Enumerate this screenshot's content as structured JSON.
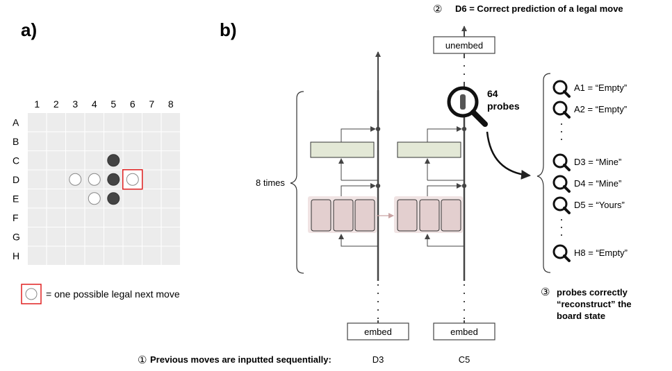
{
  "panel_a": {
    "label": "a)",
    "columns": [
      "1",
      "2",
      "3",
      "4",
      "5",
      "6",
      "7",
      "8"
    ],
    "rows": [
      "A",
      "B",
      "C",
      "D",
      "E",
      "F",
      "G",
      "H"
    ],
    "black_pieces": [
      "C5",
      "D5",
      "E5"
    ],
    "white_pieces": [
      "D3",
      "D4",
      "E4"
    ],
    "highlighted_move": "D6",
    "legend_text": "= one possible legal next move",
    "colors": {
      "cell": "#ececec",
      "black": "#444444",
      "white": "#ffffff",
      "highlight": "#e02020"
    }
  },
  "panel_b": {
    "label": "b)",
    "top_note_num": "②",
    "top_note": "D6  =  Correct prediction of a legal move",
    "unembed_label": "unembed",
    "embed_label_1": "embed",
    "embed_label_2": "embed",
    "repeat_label": "8 times",
    "input_1": "D3",
    "input_2": "C5",
    "bottom_note_num": "①",
    "bottom_note": "Previous moves are inputted sequentially:",
    "probes_count": "64",
    "probes_word": "probes",
    "probe_results": [
      "A1 = “Empty”",
      "A2 = “Empty”",
      "D3 = “Mine”",
      "D4 = “Mine”",
      "D5 = “Yours”",
      "H8 = “Empty”"
    ],
    "reconstruct_num": "③",
    "reconstruct_lines": [
      "probes correctly",
      "“reconstruct” the",
      "board state"
    ],
    "colors": {
      "mlp": "#e3e8d6",
      "attn": "#e8cfcf",
      "attn_border": "#d4b3b3"
    }
  }
}
